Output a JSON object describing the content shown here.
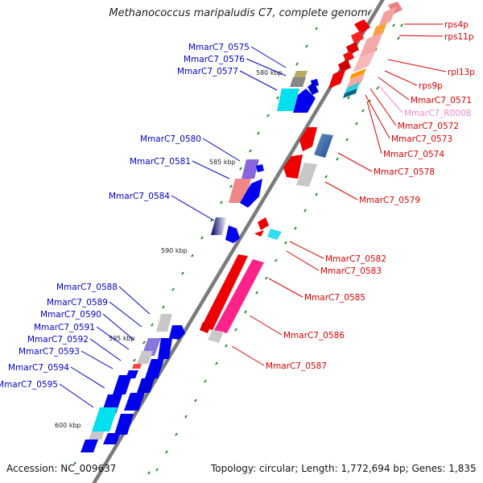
{
  "title": "Methanococcus maripaludis C7, complete genome",
  "footer": {
    "accession": "Accession: NC_009637",
    "topology": "Topology: circular; Length: 1,772,694 bp; Genes: 1,835"
  },
  "colors": {
    "left_label": "#0000cc",
    "right_label": "#dd0000",
    "rna_label": "#ee88cc",
    "backbone": "#777777",
    "tick": "#2a8a2a"
  },
  "kbp_labels": [
    "580 kbp",
    "585 kbp",
    "590 kbp",
    "595 kbp",
    "600 kbp"
  ],
  "left_genes": [
    "MmarC7_0575",
    "MmarC7_0576",
    "MmarC7_0577",
    "MmarC7_0580",
    "MmarC7_0581",
    "MmarC7_0584",
    "MmarC7_0588",
    "MmarC7_0589",
    "MmarC7_0590",
    "MmarC7_0591",
    "MmarC7_0592",
    "MmarC7_0593",
    "MmarC7_0594",
    "MmarC7_0595"
  ],
  "right_genes": [
    "rps4p",
    "rps11p",
    "rpl13p",
    "rps9p",
    "MmarC7_0571",
    "MmarC7_R0008",
    "MmarC7_0572",
    "MmarC7_0573",
    "MmarC7_0574",
    "MmarC7_0578",
    "MmarC7_0579",
    "MmarC7_0582",
    "MmarC7_0583",
    "MmarC7_0585",
    "MmarC7_0586",
    "MmarC7_0587"
  ]
}
